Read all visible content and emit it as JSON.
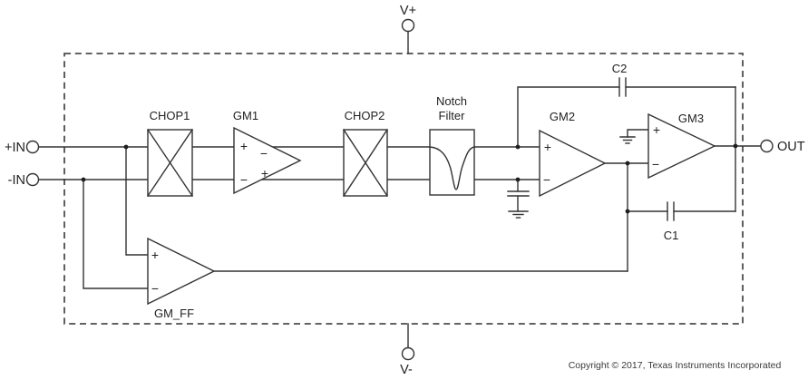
{
  "figure": {
    "background": "#ffffff",
    "colors": {
      "wire": "#333333",
      "border": "#4d4d4d",
      "text": "#1f1f1f",
      "copyright_text": "#3a3a3a"
    },
    "terminals": {
      "in_pos": "+IN",
      "in_neg": "-IN",
      "out": "OUT",
      "supply_pos": "V+",
      "supply_neg": "V-"
    },
    "blocks": {
      "chop1": "CHOP1",
      "gm1": "GM1",
      "chop2": "CHOP2",
      "notch_line1": "Notch",
      "notch_line2": "Filter",
      "gm2": "GM2",
      "gm3": "GM3",
      "gm_ff": "GM_FF",
      "c1": "C1",
      "c2": "C2"
    },
    "polarity": {
      "plus": "+",
      "minus": "−"
    },
    "copyright": "Copyright © 2017, Texas Instruments Incorporated"
  }
}
